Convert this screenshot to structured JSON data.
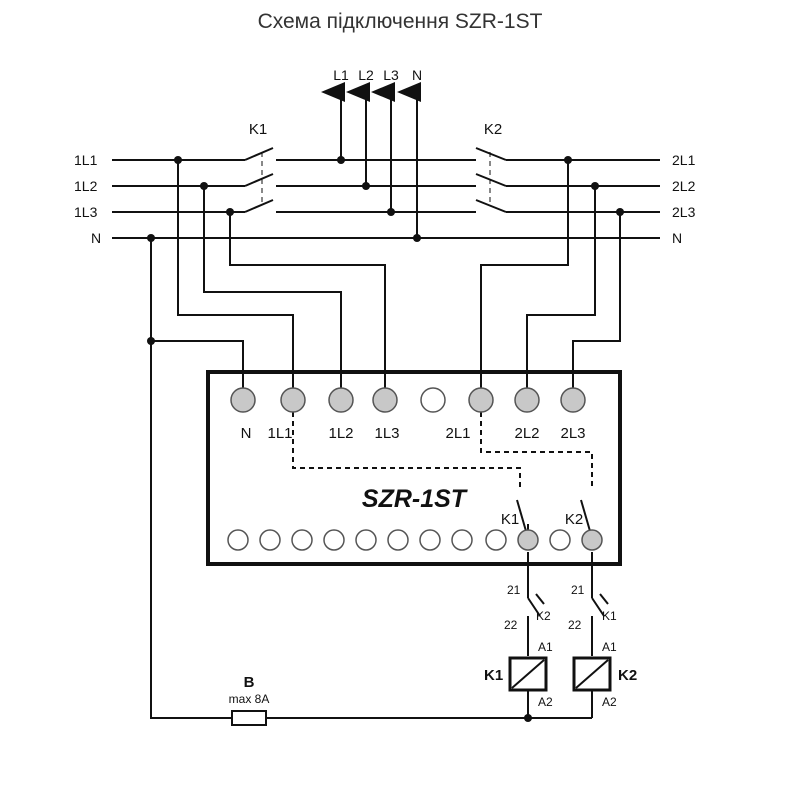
{
  "title": "Схема підключення SZR-1ST",
  "output": {
    "L1": "L1",
    "L2": "L2",
    "L3": "L3",
    "N": "N"
  },
  "input1": {
    "L1": "1L1",
    "L2": "1L2",
    "L3": "1L3",
    "N": "N"
  },
  "input2": {
    "L1": "2L1",
    "L2": "2L2",
    "L3": "2L3",
    "N": "N"
  },
  "contactors": {
    "k1": "K1",
    "k2": "K2"
  },
  "device": {
    "name": "SZR-1ST",
    "terminals": [
      "N",
      "1L1",
      "1L2",
      "1L3",
      "",
      "2L1",
      "2L2",
      "2L3"
    ],
    "relay_k1": "K1",
    "relay_k2": "K2"
  },
  "interlock": {
    "left": {
      "top": "21",
      "bottom": "22",
      "label": "K2"
    },
    "right": {
      "top": "21",
      "bottom": "22",
      "label": "K1"
    }
  },
  "coils": {
    "k1": {
      "label": "K1",
      "a1": "A1",
      "a2": "A2"
    },
    "k2": {
      "label": "K2",
      "a1": "A1",
      "a2": "A2"
    }
  },
  "fuse": {
    "label": "B",
    "rating": "max 8A"
  },
  "colors": {
    "line": "#111111",
    "terminal_fill": "#c8c8c8",
    "title": "#333333"
  }
}
